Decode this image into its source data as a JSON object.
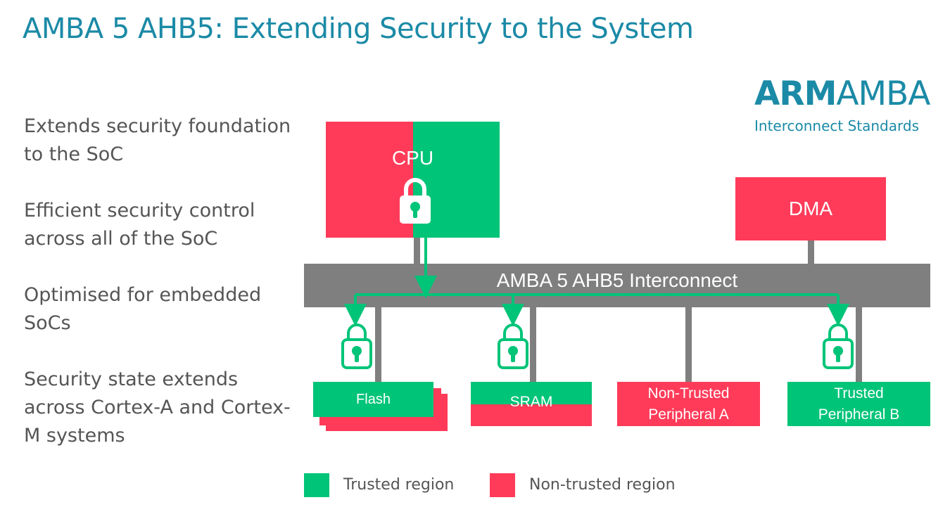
{
  "title": "AMBA 5 AHB5: Extending Security to the System",
  "bullets": [
    "Extends security foundation to the SoC",
    "Efficient security control across all of the SoC",
    "Optimised for embedded SoCs",
    "Security state extends across Cortex-A and Cortex-M systems"
  ],
  "brand": {
    "arm": "ARM",
    "amba": "AMBA",
    "subtitle": "Interconnect Standards"
  },
  "diagram": {
    "cpu": "CPU",
    "dma": "DMA",
    "interconnect": "AMBA 5 AHB5 Interconnect",
    "flash": "Flash",
    "sram": "SRAM",
    "periph_a": "Non-Trusted Peripheral A",
    "periph_b": "Trusted Peripheral B"
  },
  "legend": {
    "trusted": "Trusted region",
    "non_trusted": "Non-trusted region"
  },
  "colors": {
    "trusted": "#00c478",
    "non_trusted": "#ff3b59",
    "bus": "#7f7f7f",
    "accent": "#1b8aa6"
  }
}
